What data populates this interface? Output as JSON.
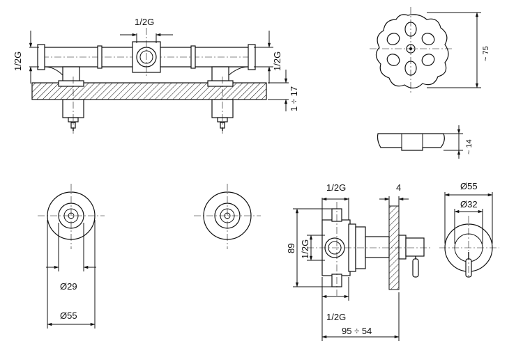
{
  "labels": {
    "thread_top": "1/2G",
    "thread_left": "1/2G",
    "thread_right": "1/2G",
    "range_17": "1 ÷ 17",
    "approx_75": "~ 75",
    "approx_14": "~ 14",
    "dia_29": "Ø29",
    "dia_55_left": "Ø55",
    "thread_mixer_top": "1/2G",
    "dim_4": "4",
    "dim_89": "89",
    "thread_mixer_side": "1/2G",
    "thread_mixer_bottom": "1/2G",
    "range_95_54": "95 ÷ 54",
    "dia_55_right": "Ø55",
    "dia_32": "Ø32"
  }
}
